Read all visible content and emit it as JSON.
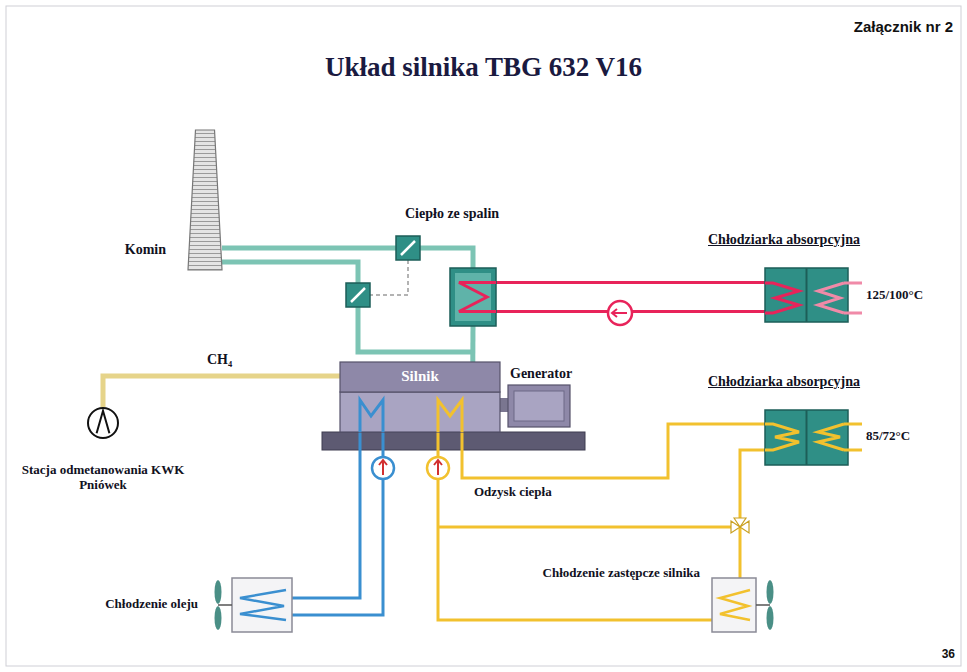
{
  "diagram": {
    "title": "Układ silnika TBG 632 V16",
    "nodes": [
      {
        "text": [
          "Komin"
        ]
      },
      {
        "text": [
          "Ciepło ze spalin"
        ]
      },
      {
        "text": [
          "Chłodziarka absorpcyjna",
          "125/100°C"
        ]
      },
      {
        "text": [
          "Silnik"
        ]
      },
      {
        "text": [
          "Generator"
        ]
      },
      {
        "text": [
          "Chłodziarka absorpcyjna",
          "85/72°C"
        ]
      },
      {
        "text": [
          "Stacja odmetanowania KWK Pniówek"
        ]
      },
      {
        "text": [
          "Chłodzenie oleju"
        ]
      },
      {
        "text": [
          "Chłodzenie zastępcze silnika"
        ]
      }
    ],
    "edges": [
      {
        "from": 6,
        "to": 3,
        "label": "CH₄",
        "arrow": "none"
      },
      {
        "from": 3,
        "to": 1,
        "arrow": "none"
      },
      {
        "from": 1,
        "to": 0,
        "arrow": "none"
      },
      {
        "from": 1,
        "to": 2,
        "arrow": "none"
      },
      {
        "from": 3,
        "to": 4,
        "arrow": "none"
      },
      {
        "from": 3,
        "to": 5,
        "label": "Odzysk ciepła",
        "arrow": "none"
      },
      {
        "from": 3,
        "to": 7,
        "arrow": "none"
      },
      {
        "from": 3,
        "to": 8,
        "arrow": "none"
      }
    ],
    "labels": [
      "Załącznik nr 2",
      "36"
    ]
  }
}
